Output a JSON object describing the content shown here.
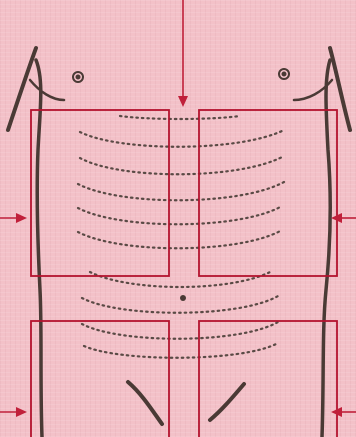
{
  "figure": {
    "background_color": "#f3c1c8",
    "outline_color": "#4a3a35",
    "dots_color": "#5a4a45",
    "box_color": "#b3122e",
    "arrow_color": "#c0203a"
  },
  "regions": [
    {
      "id": "upper-left-quadrant"
    },
    {
      "id": "upper-right-quadrant"
    },
    {
      "id": "lower-left-quadrant"
    },
    {
      "id": "lower-right-quadrant"
    }
  ],
  "arrows": [
    {
      "id": "arrow-top",
      "direction": "down"
    },
    {
      "id": "arrow-left-upper",
      "direction": "right"
    },
    {
      "id": "arrow-right-upper",
      "direction": "left"
    },
    {
      "id": "arrow-left-lower",
      "direction": "right"
    },
    {
      "id": "arrow-right-lower",
      "direction": "left"
    }
  ]
}
